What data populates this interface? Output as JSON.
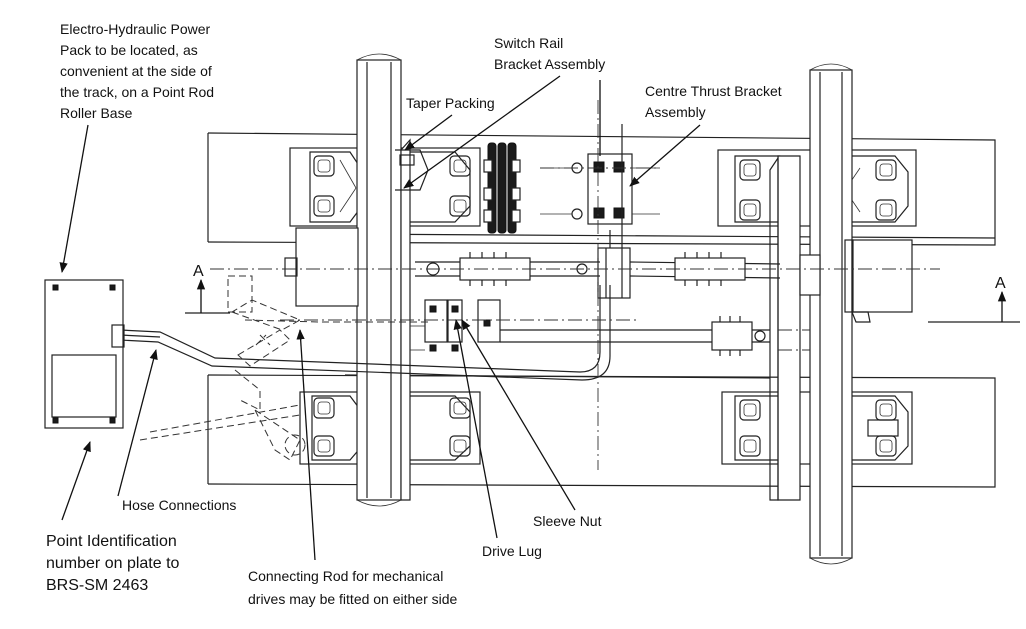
{
  "labels": {
    "power_pack": [
      "Electro-Hydraulic Power",
      "Pack to be located, as",
      "convenient at the side of",
      "the track, on a Point Rod",
      "Roller Base"
    ],
    "switch_rail_bracket": [
      "Switch Rail",
      "Bracket Assembly"
    ],
    "taper_packing": "Taper Packing",
    "centre_thrust_bracket": [
      "Centre Thrust Bracket",
      "Assembly"
    ],
    "hose_connections": "Hose Connections",
    "point_identification": [
      "Point Identification",
      "number on plate to",
      "BRS-SM 2463"
    ],
    "connecting_rod": [
      "Connecting Rod for mechanical",
      "drives may be fitted on either side"
    ],
    "drive_lug": "Drive Lug",
    "sleeve_nut": "Sleeve Nut",
    "section_left": "A",
    "section_right": "A"
  }
}
